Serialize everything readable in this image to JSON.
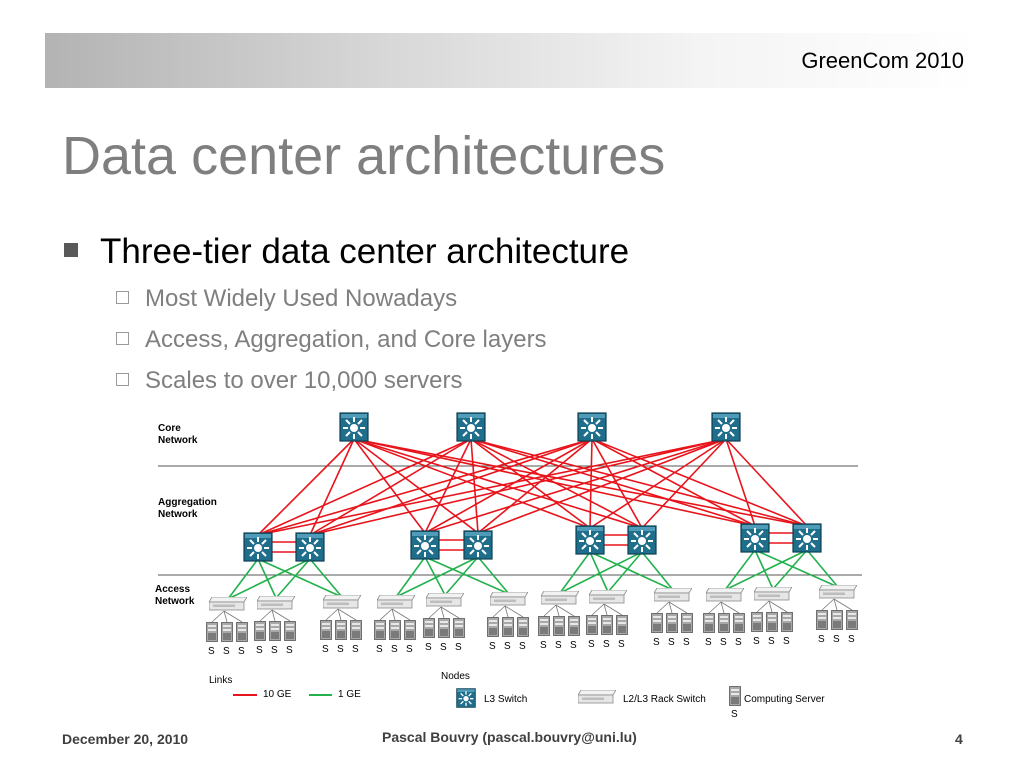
{
  "header": {
    "conference": "GreenCom 2010"
  },
  "title": "Data center architectures",
  "bullet": "Three-tier data center architecture",
  "subbullets": [
    "Most Widely Used Nowadays",
    "Access, Aggregation, and Core layers",
    "Scales to over 10,000 servers"
  ],
  "diagram": {
    "layers": {
      "core": [
        "Core",
        "Network"
      ],
      "aggregation": [
        "Aggregation",
        "Network"
      ],
      "access": [
        "Access",
        "Network"
      ]
    },
    "server_label": "S",
    "legend": {
      "links_title": "Links",
      "link_10ge": "10 GE",
      "link_1ge": "1 GE",
      "nodes_title": "Nodes",
      "l3_switch": "L3 Switch",
      "rack_switch": "L2/L3 Rack Switch",
      "computing_server": "Computing Server",
      "computing_server_symbol": "S"
    },
    "colors": {
      "link_10ge": "#e8141b",
      "link_1ge": "#22b14c",
      "switch": "#1f6e8c"
    }
  },
  "footer": {
    "date": "December 20, 2010",
    "author": "Pascal Bouvry (pascal.bouvry@uni.lu)",
    "page": "4"
  }
}
